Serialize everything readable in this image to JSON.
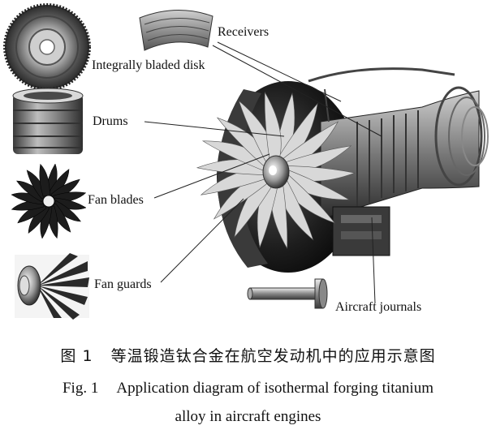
{
  "labels": {
    "receivers": "Receivers",
    "blisk": "Integrally bladed disk",
    "drums": "Drums",
    "fan_blades": "Fan blades",
    "fan_guards": "Fan guards",
    "journals": "Aircraft journals"
  },
  "caption": {
    "zh_num": "图 1",
    "zh_text": "等温锻造钛合金在航空发动机中的应用示意图",
    "en_num": "Fig. 1",
    "en_line1": "Application diagram of isothermal forging titanium",
    "en_line2": "alloy in aircraft engines"
  }
}
